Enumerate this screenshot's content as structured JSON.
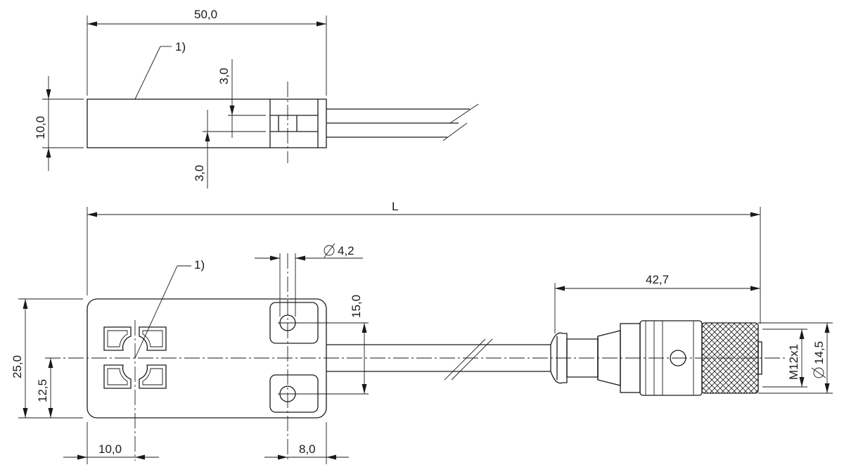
{
  "dimensions": {
    "top_length": "50,0",
    "top_height": "10,0",
    "top_slot_upper": "3,0",
    "top_slot_lower": "3,0",
    "overall_length": "L",
    "hole_diameter": "4,2",
    "hole_spacing": "15,0",
    "connector_length": "42,7",
    "width": "25,0",
    "half_width": "12,5",
    "face_offset": "10,0",
    "hole_offset": "8,0",
    "thread": "M12x1",
    "knurl_diameter": "14,5"
  },
  "callouts": {
    "note_top": "1)",
    "note_bottom": "1)"
  }
}
